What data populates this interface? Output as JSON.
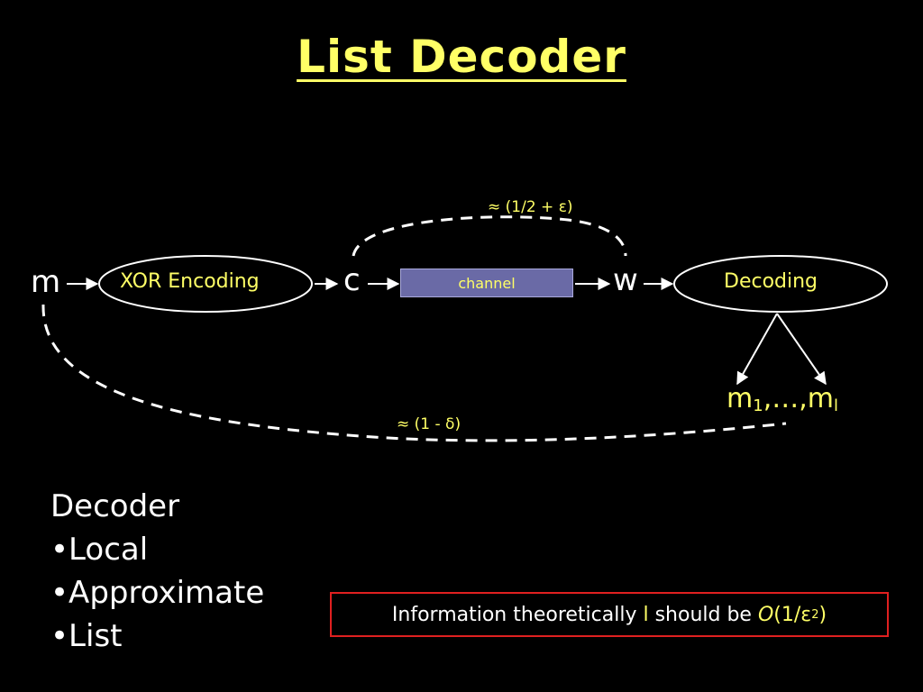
{
  "title": "List Decoder",
  "diagram": {
    "m_label": "m",
    "encoder_label": "XOR Encoding",
    "c_label": "c",
    "channel_label": "channel",
    "w_label": "w",
    "decoder_label": "Decoding",
    "output": {
      "m1_base": "m",
      "m1_sub": "1",
      "middle": ",…,",
      "ml_base": "m",
      "ml_sub": "l"
    },
    "top_annotation": "≈ (1/2 + ε)",
    "bottom_annotation": "≈ (1 - δ)"
  },
  "properties": {
    "heading": "Decoder",
    "items": [
      "•Local",
      "•Approximate",
      "•List"
    ]
  },
  "info": {
    "prefix": "Information theoretically ",
    "var": "l",
    "middle": " should be ",
    "big_o": "O",
    "expr_open": "(1/",
    "eps": "ε",
    "exp": "2",
    "expr_close": ")"
  },
  "colors": {
    "background": "#000000",
    "title": "#ffff66",
    "channel_fill": "#6a6aa6",
    "info_border": "#e02020"
  }
}
